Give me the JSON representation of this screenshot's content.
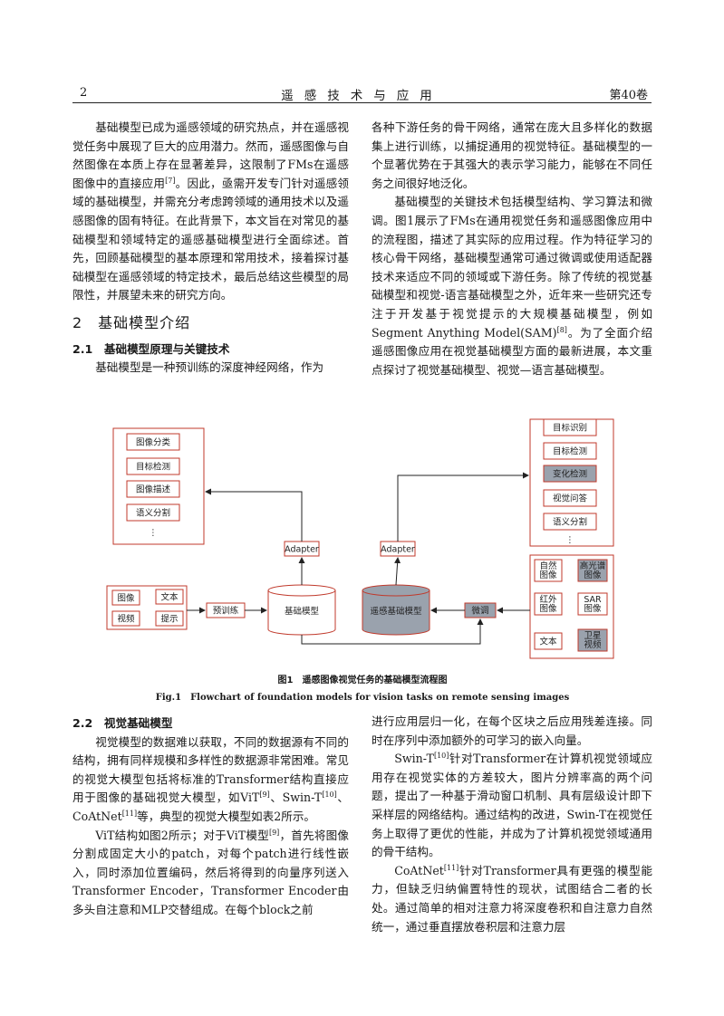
{
  "header": {
    "page": "2",
    "journal": "遥感技术与应用",
    "volume": "第40卷"
  },
  "col1": {
    "p1": "基础模型已成为遥感领域的研究热点，并在遥感视觉任务中展现了巨大的应用潜力。然而，遥感图像与自然图像在本质上存在显著差异，这限制了FMs在遥感图像中的直接应用",
    "p1_ref": "[7]",
    "p1_tail": "。因此，亟需开发专门针对遥感领域的基础模型，并需充分考虑跨领域的通用技术以及遥感图像的固有特征。在此背景下，本文旨在对常见的基础模型和领域特定的遥感基础模型进行全面综述。首先，回顾基础模型的基本原理和常用技术，接着探讨基础模型在遥感领域的特定技术，最后总结这些模型的局限性，并展望未来的研究方向。",
    "section": "2　基础模型介绍",
    "subsection": "2.1　基础模型原理与关键技术",
    "p2": "基础模型是一种预训练的深度神经网络，作为"
  },
  "col2": {
    "p1": "各种下游任务的骨干网络，通常在庞大且多样化的数据集上进行训练，以捕捉通用的视觉特征。基础模型的一个显著优势在于其强大的表示学习能力，能够在不同任务之间很好地泛化。",
    "p2": "基础模型的关键技术包括模型结构、学习算法和微调。图1展示了FMs在通用视觉任务和遥感图像应用中的流程图，描述了其实际的应用过程。作为特征学习的核心骨干网络，基础模型通常可通过微调或使用适配器技术来适应不同的领域或下游任务。除了传统的视觉基础模型和视觉-语言基础模型之外，近年来一些研究还专注于开发基于视觉提示的大规模基础模型，例如Segment Anything Model(SAM)",
    "p2_ref": "[8]",
    "p2_tail": "。为了全面介绍遥感图像应用在视觉基础模型方面的最新进展，本文重点探讨了视觉基础模型、视觉—语言基础模型。"
  },
  "figure": {
    "left_tasks": [
      "图像分类",
      "目标检测",
      "图像描述",
      "语义分割"
    ],
    "right_tasks": [
      "目标识别",
      "目标检测",
      "变化检测",
      "视觉问答",
      "语义分割"
    ],
    "ellipsis": "⋮",
    "inputs": [
      "图像",
      "文本",
      "视频",
      "提示"
    ],
    "pretrain": "预训练",
    "fm": "基础模型",
    "rsfm": "遥感基础模型",
    "finetune": "微调",
    "adapter": "Adapter",
    "rs_data": [
      "自然图像",
      "高光谱图像",
      "红外图像",
      "SAR图像",
      "文本",
      "卫星视频"
    ],
    "caption_cn": "图1　遥感图像视觉任务的基础模型流程图",
    "caption_en": "Fig.1　Flowchart of foundation models for vision tasks on remote sensing images",
    "colors": {
      "gray_fill": "#9aa2ad",
      "border": "#c0392b"
    }
  },
  "col3": {
    "subsection": "2.2　视觉基础模型",
    "p1": "视觉模型的数据难以获取，不同的数据源有不同的结构，拥有同样规模和多样性的数据源非常困难。常见的视觉大模型包括将标准的Transformer结构直接应用于图像的基础视觉大模型，如ViT",
    "p1_ref1": "[9]",
    "p1_mid": "、Swin-T",
    "p1_ref2": "[10]",
    "p1_mid2": "、CoAtNet",
    "p1_ref3": "[11]",
    "p1_tail": "等，典型的视觉大模型如表2所示。",
    "p2": "ViT结构如图2所示；对于ViT模型",
    "p2_ref": "[9]",
    "p2_tail": "，首先将图像分割成固定大小的patch，对每个patch进行线性嵌入，同时添加位置编码，然后将得到的向量序列送入Transformer Encoder，Transformer Encoder由多头自注意和MLP交替组成。在每个block之前"
  },
  "col4": {
    "p1": "进行应用层归一化，在每个区块之后应用残差连接。同时在序列中添加额外的可学习的嵌入向量。",
    "p2": "Swin-T",
    "p2_ref": "[10]",
    "p2_tail": "针对Transformer在计算机视觉领域应用存在视觉实体的方差较大，图片分辨率高的两个问题，提出了一种基于滑动窗口机制、具有层级设计即下采样层的网络结构。通过结构的改进，Swin-T在视觉任务上取得了更优的性能，并成为了计算机视觉领域通用的骨干结构。",
    "p3": "CoAtNet",
    "p3_ref": "[11]",
    "p3_tail": "针对Transformer具有更强的模型能力，但缺乏归纳偏置特性的现状，试图结合二者的长处。通过简单的相对注意力将深度卷积和自注意力自然统一，通过垂直摆放卷积层和注意力层"
  }
}
